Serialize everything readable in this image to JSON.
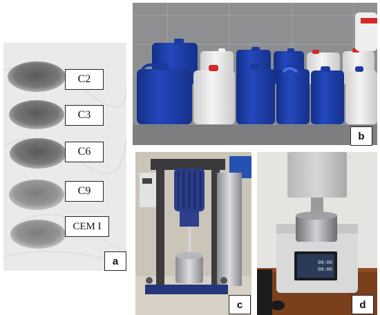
{
  "panels": {
    "a": {
      "tag": "a",
      "samples": [
        {
          "label": "C2"
        },
        {
          "label": "C3"
        },
        {
          "label": "C6"
        },
        {
          "label": "C9"
        },
        {
          "label": "CEM I"
        }
      ]
    },
    "b": {
      "tag": "b"
    },
    "c": {
      "tag": "c"
    },
    "d": {
      "tag": "d",
      "display_values": [
        "00:00",
        "00:00"
      ]
    }
  },
  "colors": {
    "canister_blue": "#1e3fa8",
    "canister_white": "#ececec",
    "cap_red": "#d3282b",
    "marble": "#e9eaec",
    "powder_dark": "#6e6e70",
    "powder_light": "#8c8c8e"
  }
}
